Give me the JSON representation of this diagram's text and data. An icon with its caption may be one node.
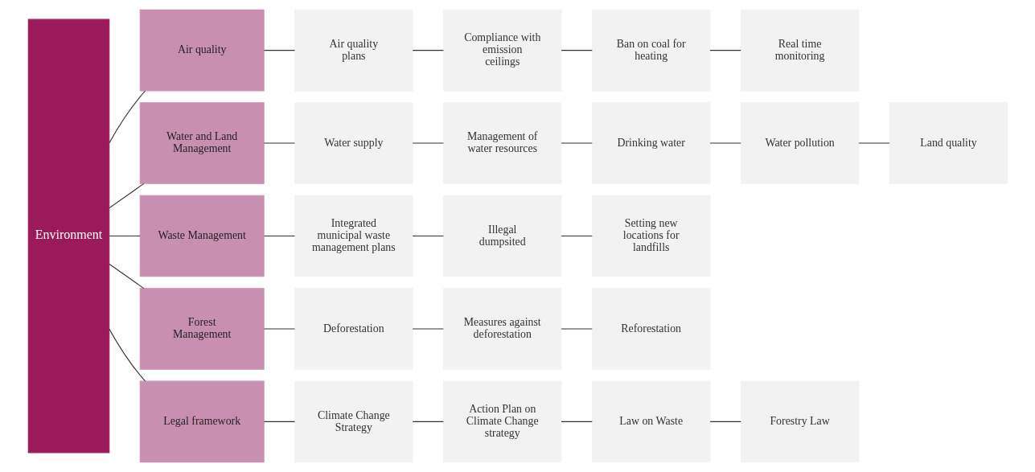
{
  "diagram": {
    "nodes": [
      {
        "text": [
          "Environment"
        ]
      },
      {
        "text": [
          "Air quality"
        ]
      },
      {
        "text": [
          "Air quality plans"
        ]
      },
      {
        "text": [
          "Compliance with emission ceilings"
        ]
      },
      {
        "text": [
          "Ban on coal for heating"
        ]
      },
      {
        "text": [
          "Real time monitoring"
        ]
      },
      {
        "text": [
          "Water and Land Management"
        ]
      },
      {
        "text": [
          "Water supply"
        ]
      },
      {
        "text": [
          "Management of water resources"
        ]
      },
      {
        "text": [
          "Drinking water"
        ]
      },
      {
        "text": [
          "Water pollution"
        ]
      },
      {
        "text": [
          "Land quality"
        ]
      },
      {
        "text": [
          "Waste Management"
        ]
      },
      {
        "text": [
          "Integrated municipal waste management plans"
        ]
      },
      {
        "text": [
          "Illegal dumpsited"
        ]
      },
      {
        "text": [
          "Setting new locations for landfills"
        ]
      },
      {
        "text": [
          "Forest Management"
        ]
      },
      {
        "text": [
          "Deforestation"
        ]
      },
      {
        "text": [
          "Measures against deforestation"
        ]
      },
      {
        "text": [
          "Reforestation"
        ]
      },
      {
        "text": [
          "Legal framework"
        ]
      },
      {
        "text": [
          "Climate Change Strategy"
        ]
      },
      {
        "text": [
          "Action Plan on Climate Change strategy"
        ]
      },
      {
        "text": [
          "Law on Waste"
        ]
      },
      {
        "text": [
          "Forestry Law"
        ]
      }
    ],
    "edges": [
      {
        "from": 0,
        "to": 1,
        "arrow": "none"
      },
      {
        "from": 1,
        "to": 2,
        "arrow": "none"
      },
      {
        "from": 2,
        "to": 3,
        "arrow": "none"
      },
      {
        "from": 3,
        "to": 4,
        "arrow": "none"
      },
      {
        "from": 4,
        "to": 5,
        "arrow": "none"
      },
      {
        "from": 0,
        "to": 6,
        "arrow": "none"
      },
      {
        "from": 6,
        "to": 7,
        "arrow": "none"
      },
      {
        "from": 7,
        "to": 8,
        "arrow": "none"
      },
      {
        "from": 8,
        "to": 9,
        "arrow": "none"
      },
      {
        "from": 9,
        "to": 10,
        "arrow": "none"
      },
      {
        "from": 10,
        "to": 11,
        "arrow": "none"
      },
      {
        "from": 0,
        "to": 12,
        "arrow": "none"
      },
      {
        "from": 12,
        "to": 13,
        "arrow": "none"
      },
      {
        "from": 13,
        "to": 14,
        "arrow": "none"
      },
      {
        "from": 14,
        "to": 15,
        "arrow": "none"
      },
      {
        "from": 0,
        "to": 16,
        "arrow": "none"
      },
      {
        "from": 16,
        "to": 17,
        "arrow": "none"
      },
      {
        "from": 17,
        "to": 18,
        "arrow": "none"
      },
      {
        "from": 18,
        "to": 19,
        "arrow": "none"
      },
      {
        "from": 0,
        "to": 20,
        "arrow": "none"
      },
      {
        "from": 20,
        "to": 21,
        "arrow": "none"
      },
      {
        "from": 21,
        "to": 22,
        "arrow": "none"
      },
      {
        "from": 22,
        "to": 23,
        "arrow": "none"
      },
      {
        "from": 23,
        "to": 24,
        "arrow": "none"
      }
    ]
  }
}
